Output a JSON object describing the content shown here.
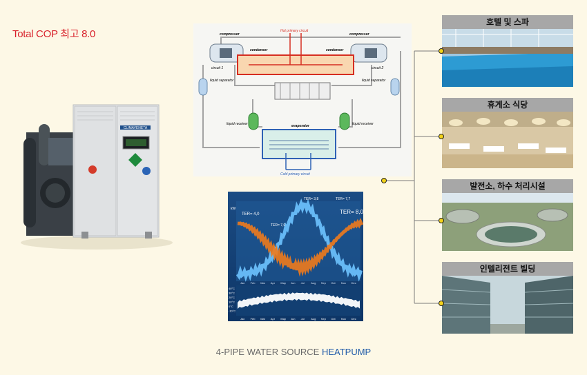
{
  "headline": "Total COP 최고 8.0",
  "footer": {
    "prefix": "4-PIPE WATER SOURCE ",
    "highlight": "HEATPUMP"
  },
  "unit": {
    "brand": "CLIMAVENETA"
  },
  "diagram": {
    "hot_circuit": "Hot primary circuit",
    "cold_circuit": "Cold primary circuit",
    "compressor": "compressor",
    "condenser": "condenser",
    "circuit_1": "circuit 1",
    "circuit_2": "circuit 2",
    "liquid_separator": "liquid separator",
    "liquid_receiver": "liquid receiver",
    "evaporator": "evaporator"
  },
  "graph": {
    "ter_left": "TER= 4,0",
    "ter_mid": "TER= 7,0",
    "ter_top": "TER= 3,8",
    "ter_top2": "TER= 7,7",
    "ter_right": "TER= 8,0",
    "y_unit": "kW",
    "months": [
      "Jan",
      "Feb",
      "Mar",
      "Apr",
      "May",
      "Jun",
      "Jul",
      "Aug",
      "Sep",
      "Oct",
      "Nov",
      "Dec"
    ],
    "temp_ticks": [
      "40°C",
      "30°C",
      "20°C",
      "10°C",
      "0°C",
      "-10°C"
    ]
  },
  "applications": [
    {
      "label": "호텔 및 스파"
    },
    {
      "label": "휴게소 식당"
    },
    {
      "label": "발전소, 하수 처리시설"
    },
    {
      "label": "인텔리전트 빌딩"
    }
  ]
}
